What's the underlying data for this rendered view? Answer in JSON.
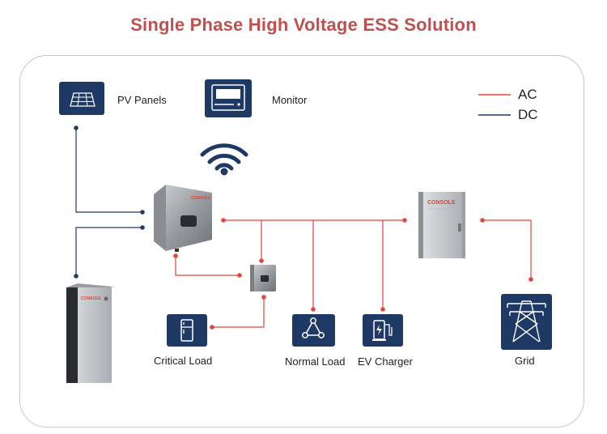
{
  "title": "Single Phase High Voltage ESS Solution",
  "legend": {
    "ac_label": "AC",
    "dc_label": "DC",
    "ac_color": "#e0463b",
    "dc_color": "#1f3a63"
  },
  "nodes": {
    "pv_panels": "PV Panels",
    "monitor": "Monitor",
    "critical_load": "Critical Load",
    "normal_load": "Normal Load",
    "ev_charger": "EV Charger",
    "grid": "Grid"
  },
  "icons": {
    "pv": "solar-panel-icon",
    "monitor": "monitor-icon",
    "wifi": "wifi-icon",
    "critical_load": "refrigerator-icon",
    "normal_load": "network-load-icon",
    "ev": "ev-charger-icon",
    "grid": "transmission-tower-icon"
  },
  "brand": "CONSOLE",
  "colors": {
    "title": "#c0504d",
    "icon_bg": "#1e3a64"
  }
}
